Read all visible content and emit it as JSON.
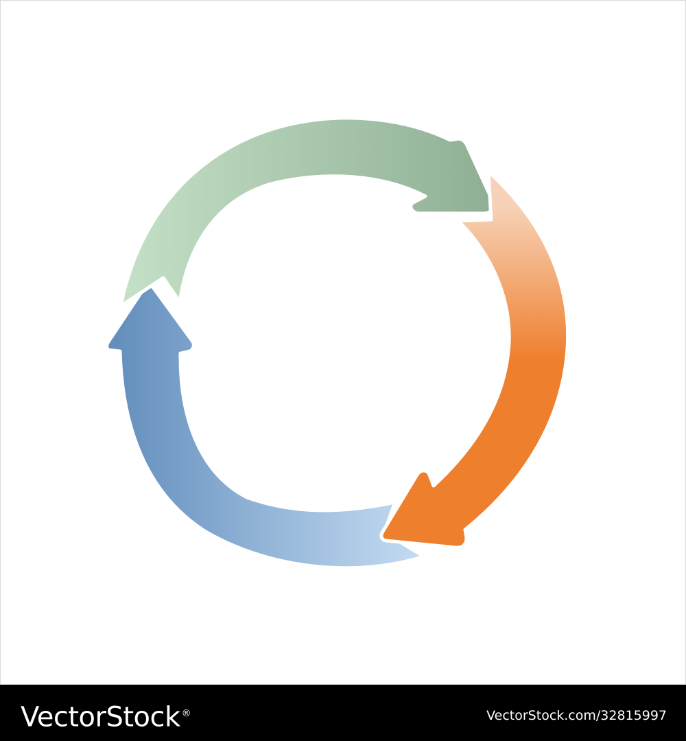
{
  "diagram": {
    "type": "three-arrow-cycle",
    "arrows": [
      {
        "name": "green-arrow",
        "color_start": "#C4E0C6",
        "color_end": "#8FAF94"
      },
      {
        "name": "orange-arrow",
        "color_start": "#F7D2B8",
        "color_end": "#EE7F2D"
      },
      {
        "name": "blue-arrow",
        "color_start": "#C3DBF2",
        "color_end": "#648FBD"
      }
    ]
  },
  "watermark": {
    "brand": "VectorStock",
    "registered": "®",
    "image_id": "VectorStock.com/32815997"
  }
}
